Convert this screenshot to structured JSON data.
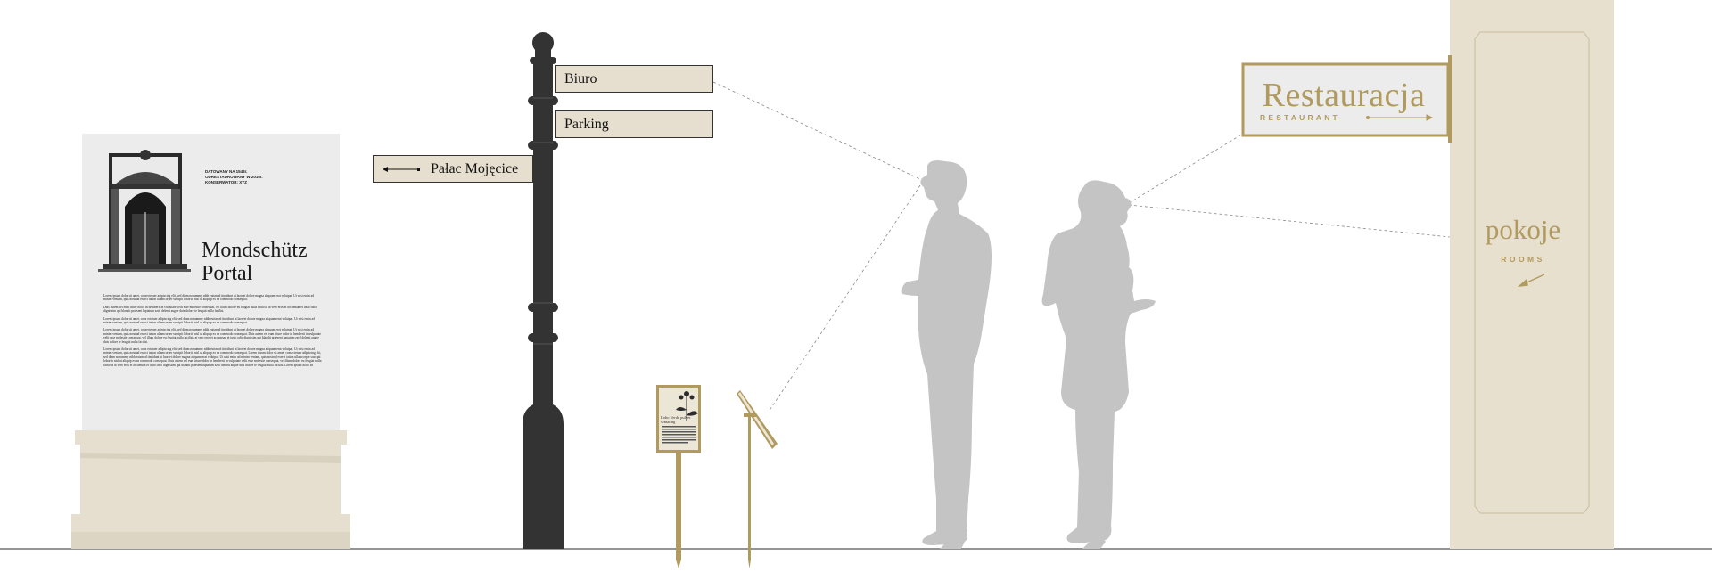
{
  "info_panel": {
    "title": "Mondschütz\nPortal",
    "meta": "DATOWANY NA 1543r. ODRESTAUROWANY W 2016r. KONSERWATOR: XYZ",
    "paragraphs": [
      "Lorem ipsum dolor sit amet, consectetuer adipiscing elit, sed diam nonummy nibh euismod tincidunt ut laoreet dolore magna aliquam erat volutpat. Ut wisi enim ad minim veniam, quis nostrud exerci tation ullamcorper suscipit lobortis nisl ut aliquip ex ea commodo consequat.",
      "Duis autem vel eum iriure dolor in hendrerit in vulputate velit esse molestie consequat, vel illum dolore eu feugiat nulla facilisis at vero eros et accumsan et iusto odio dignissim qui blandit praesent luptatum zzril delenit augue duis dolore te feugait nulla facilisi.",
      "Lorem ipsum dolor sit amet, cons ectetuer adipiscing elit, sed diam nonummy nibh euismod tincidunt ut laoreet dolore magna aliquam erat volutpat. Ut wisi enim ad minim veniam, quis nostrud exerci tation ullamcorper suscipit lobortis nisl ut aliquip ex ea commodo consequat.",
      "Lorem ipsum dolor sit amet, consectetuer adipiscing elit, sed diam nonummy nibh euismod tincidunt ut laoreet dolore magna aliquam erat volutpat. Ut wisi enim ad minim veniam, quis nostrud exerci tation ullamcorper suscipit lobortis nisl ut aliquip ex ea commodo consequat. Duis autem vel eum iriure dolor in hendrerit in vulputate velit esse molestie consequat, vel illum dolore eu feugiat nulla facilisis at vero eros et accumsan et iusto odio dignissim qui blandit praesent luptatum zzril delenit augue duis dolore te feugait nulla facilisi.",
      "Lorem ipsum dolor sit amet, cons ectetuer adipiscing elit, sed diam nonummy nibh euismod tincidunt ut laoreet dolore magna aliquam erat volutpat. Ut wisi enim ad minim veniam, quis nostrud exerci tation ullamcorper suscipit lobortis nisl ut aliquip ex ea commodo consequat. Lorem ipsum dolor sit amet, consectetuer adipiscing elit, sed diam nonummy nibh euismod tincidunt ut laoreet dolore magna aliquam erat volutpat. Ut wisi enim ad minim veniam, quis nostrud exerci tation ullamcorper suscipit lobortis nisl ut aliquip ex ea commodo consequat. Duis autem vel eum iriure dolor in hendrerit in vulputate velit esse molestie consequat, vel illum dolore eu feugiat nulla facilisis at vero eros et accumsan et iusto odio dignissim qui blandit praesent luptatum zzril delenit augue duis dolore te feugait nulla facilisi. Lorem ipsum dolor sit"
    ]
  },
  "signpost": {
    "sign_1": "Biuro",
    "sign_2": "Parking",
    "sign_3": "Pałac Mojęcice"
  },
  "restaurant_sign": {
    "title": "Restauracja",
    "subtitle": "RESTAURANT"
  },
  "rooms_sign": {
    "title": "pokoje",
    "subtitle": "ROOMS"
  },
  "plant_sign": {
    "title": "Lobo Verde pulver sentaling"
  },
  "colors": {
    "gold": "#b09a5e",
    "cream": "#e6dfcf",
    "post": "#333333",
    "silhouette": "#c4c4c4",
    "panel": "#ececec"
  }
}
